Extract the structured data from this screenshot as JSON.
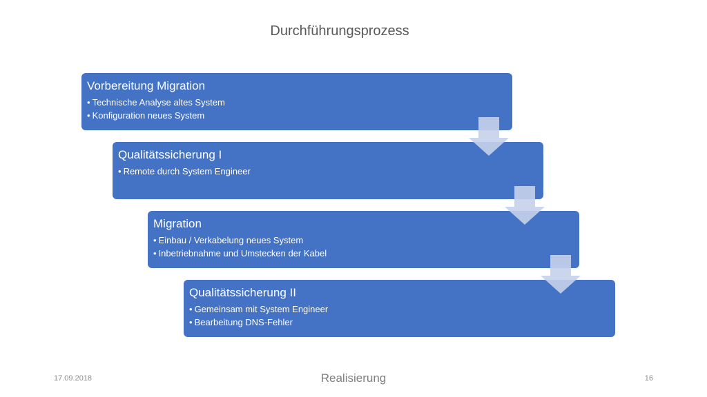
{
  "slide": {
    "title": "Durchführungsprozess"
  },
  "steps": [
    {
      "heading": "Vorbereitung Migration",
      "bullets": [
        "Technische Analyse altes System",
        "Konfiguration neues System"
      ]
    },
    {
      "heading": "Qualitätssicherung I",
      "bullets": [
        "Remote durch System Engineer"
      ]
    },
    {
      "heading": "Migration",
      "bullets": [
        "Einbau / Verkabelung neues System",
        "Inbetriebnahme und Umstecken der Kabel"
      ]
    },
    {
      "heading": "Qualitätssicherung II",
      "bullets": [
        "Gemeinsam mit System Engineer",
        "Bearbeitung DNS-Fehler"
      ]
    }
  ],
  "footer": {
    "date": "17.09.2018",
    "section": "Realisierung",
    "page_number": "16"
  },
  "colors": {
    "box_fill": "#4472c4",
    "arrow_fill": "#c5d1ea",
    "title_text": "#595959"
  }
}
